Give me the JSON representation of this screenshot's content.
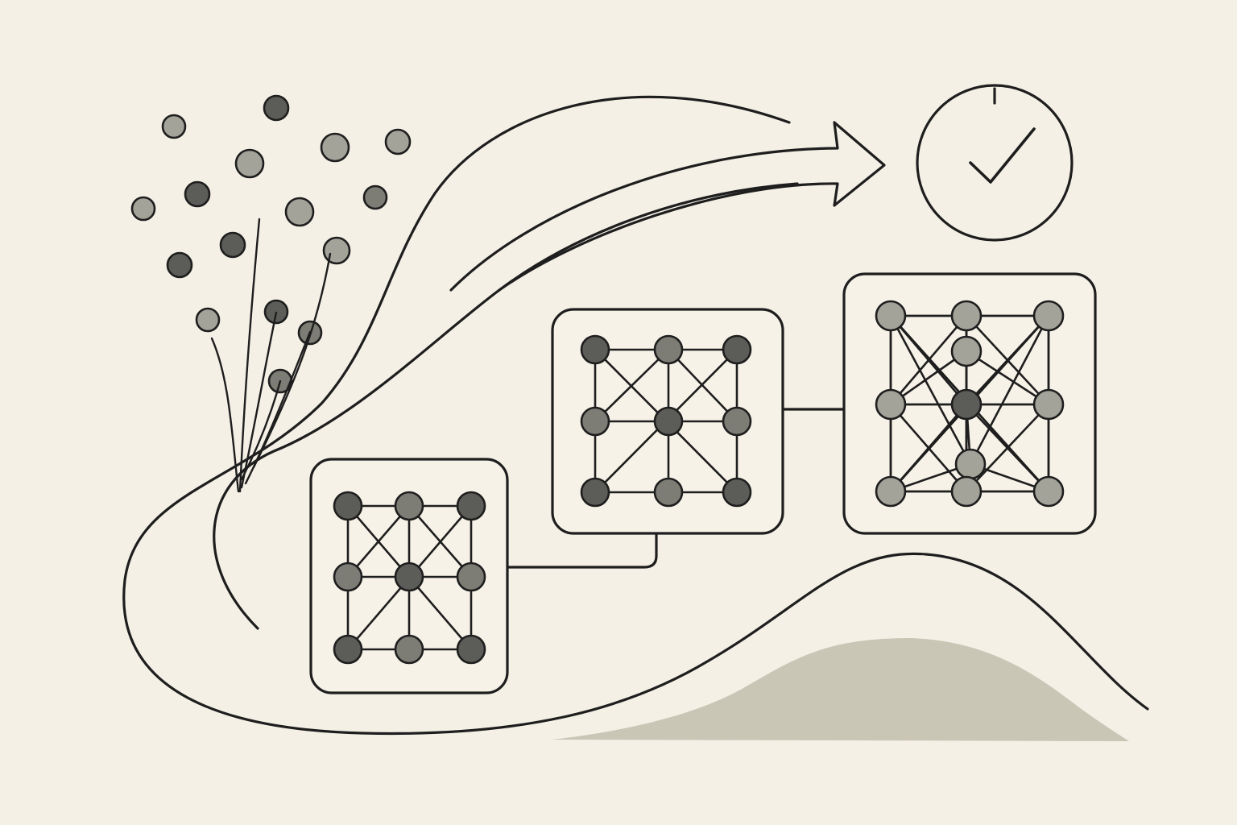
{
  "colors": {
    "background": "#f5f0e6",
    "ink": "#1e1e1e",
    "node_dark": "#5c5c58",
    "node_mid": "#7d7d76",
    "node_light": "#a3a39a",
    "distribution_fill": "#c9c6b6"
  },
  "icons": {
    "scatter": "scattered-data-points",
    "arrow": "flow-arrow-icon",
    "check": "check-circle-icon",
    "curve": "bell-curve-distribution"
  },
  "panels": [
    {
      "name": "graph-panel-small",
      "grid": "3x3",
      "edges": "grid-with-diagonals"
    },
    {
      "name": "graph-panel-medium",
      "grid": "3x3",
      "edges": "grid-with-diagonals"
    },
    {
      "name": "graph-panel-dense",
      "grid": "dense",
      "edges": "fully-connected"
    }
  ]
}
